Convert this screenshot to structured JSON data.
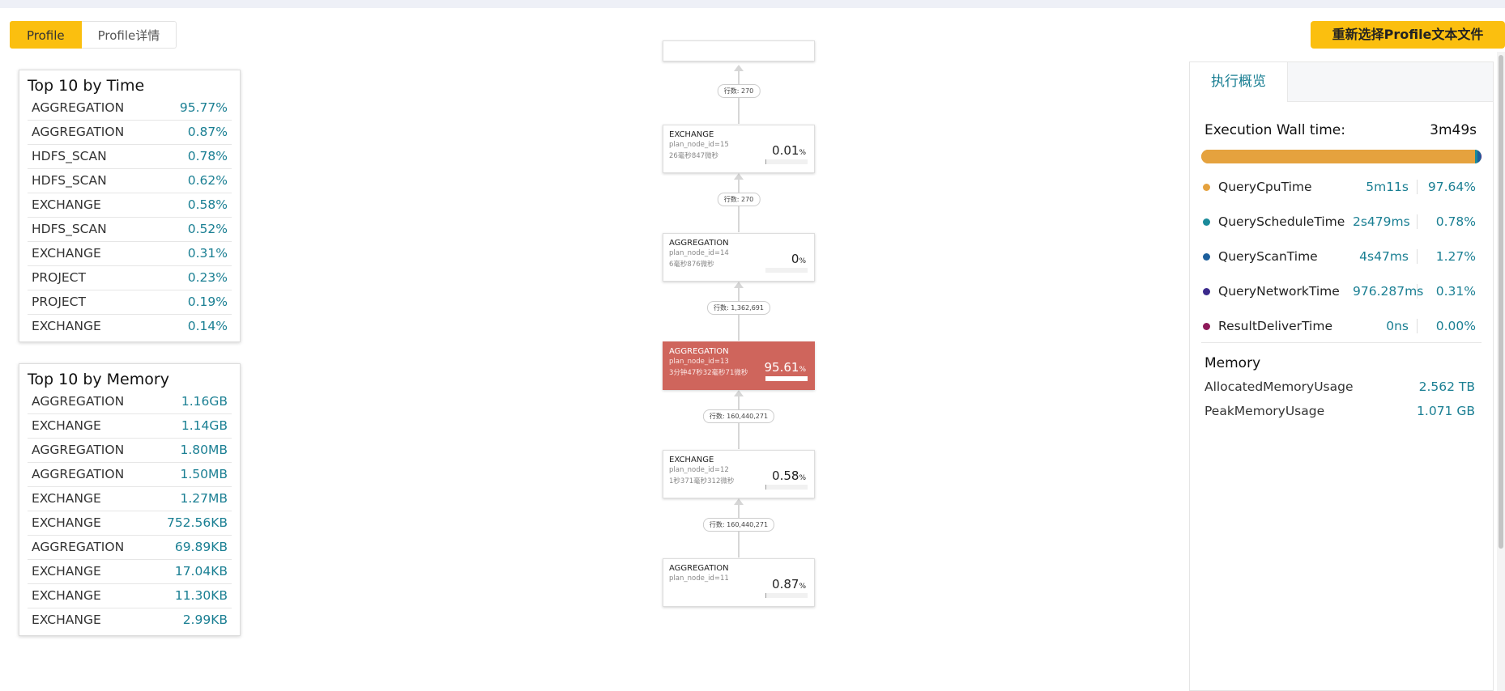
{
  "header": {
    "tabs": [
      "Profile",
      "Profile详情"
    ],
    "reload_button": "重新选择Profile文本文件"
  },
  "colors": {
    "accent": "#fbbf0f",
    "value_text": "#1a7f93",
    "hot_node": "#cf655c"
  },
  "top_time": {
    "title": "Top 10 by Time",
    "rows": [
      {
        "name": "AGGREGATION",
        "value": "95.77%"
      },
      {
        "name": "AGGREGATION",
        "value": "0.87%"
      },
      {
        "name": "HDFS_SCAN",
        "value": "0.78%"
      },
      {
        "name": "HDFS_SCAN",
        "value": "0.62%"
      },
      {
        "name": "EXCHANGE",
        "value": "0.58%"
      },
      {
        "name": "HDFS_SCAN",
        "value": "0.52%"
      },
      {
        "name": "EXCHANGE",
        "value": "0.31%"
      },
      {
        "name": "PROJECT",
        "value": "0.23%"
      },
      {
        "name": "PROJECT",
        "value": "0.19%"
      },
      {
        "name": "EXCHANGE",
        "value": "0.14%"
      }
    ]
  },
  "top_memory": {
    "title": "Top 10 by Memory",
    "rows": [
      {
        "name": "AGGREGATION",
        "value": "1.16GB"
      },
      {
        "name": "EXCHANGE",
        "value": "1.14GB"
      },
      {
        "name": "AGGREGATION",
        "value": "1.80MB"
      },
      {
        "name": "AGGREGATION",
        "value": "1.50MB"
      },
      {
        "name": "EXCHANGE",
        "value": "1.27MB"
      },
      {
        "name": "EXCHANGE",
        "value": "752.56KB"
      },
      {
        "name": "AGGREGATION",
        "value": "69.89KB"
      },
      {
        "name": "EXCHANGE",
        "value": "17.04KB"
      },
      {
        "name": "EXCHANGE",
        "value": "11.30KB"
      },
      {
        "name": "EXCHANGE",
        "value": "2.99KB"
      }
    ]
  },
  "plan": {
    "edges": [
      "行数: 270",
      "行数: 270",
      "行数: 1,362,691",
      "行数: 160,440,271",
      "行数: 160,440,271"
    ],
    "nodes": [
      {
        "name": "EXCHANGE",
        "id": "plan_node_id=15",
        "time": "26毫秒847微秒",
        "pct": "0.01",
        "unit": "%",
        "fill": 0.0001,
        "hot": false
      },
      {
        "name": "AGGREGATION",
        "id": "plan_node_id=14",
        "time": "6毫秒876微秒",
        "pct": "0",
        "unit": "%",
        "fill": 0,
        "hot": false
      },
      {
        "name": "AGGREGATION",
        "id": "plan_node_id=13",
        "time": "3分钟47秒32毫秒71微秒",
        "pct": "95.61",
        "unit": "%",
        "fill": 0.9561,
        "hot": true
      },
      {
        "name": "EXCHANGE",
        "id": "plan_node_id=12",
        "time": "1秒371毫秒312微秒",
        "pct": "0.58",
        "unit": "%",
        "fill": 0.0058,
        "hot": false
      },
      {
        "name": "AGGREGATION",
        "id": "plan_node_id=11",
        "time": "",
        "pct": "0.87",
        "unit": "%",
        "fill": 0.0087,
        "hot": false
      }
    ]
  },
  "overview": {
    "tab": "执行概览",
    "wall_label": "Execution Wall time:",
    "wall_value": "3m49s",
    "metrics": [
      {
        "name": "QueryCpuTime",
        "time": "5m11s",
        "pct": "97.64%",
        "share": 0.9764,
        "color": "#e5a23e"
      },
      {
        "name": "QueryScheduleTime",
        "time": "2s479ms",
        "pct": "0.78%",
        "share": 0.0078,
        "color": "#1a8a9a"
      },
      {
        "name": "QueryScanTime",
        "time": "4s47ms",
        "pct": "1.27%",
        "share": 0.0127,
        "color": "#1d5f9c"
      },
      {
        "name": "QueryNetworkTime",
        "time": "976.287ms",
        "pct": "0.31%",
        "share": 0.0031,
        "color": "#3b2a8c"
      },
      {
        "name": "ResultDeliverTime",
        "time": "0ns",
        "pct": "0.00%",
        "share": 0.0,
        "color": "#8e1a5a"
      }
    ],
    "memory_title": "Memory",
    "memory": [
      {
        "name": "AllocatedMemoryUsage",
        "value": "2.562 TB"
      },
      {
        "name": "PeakMemoryUsage",
        "value": "1.071 GB"
      }
    ]
  }
}
